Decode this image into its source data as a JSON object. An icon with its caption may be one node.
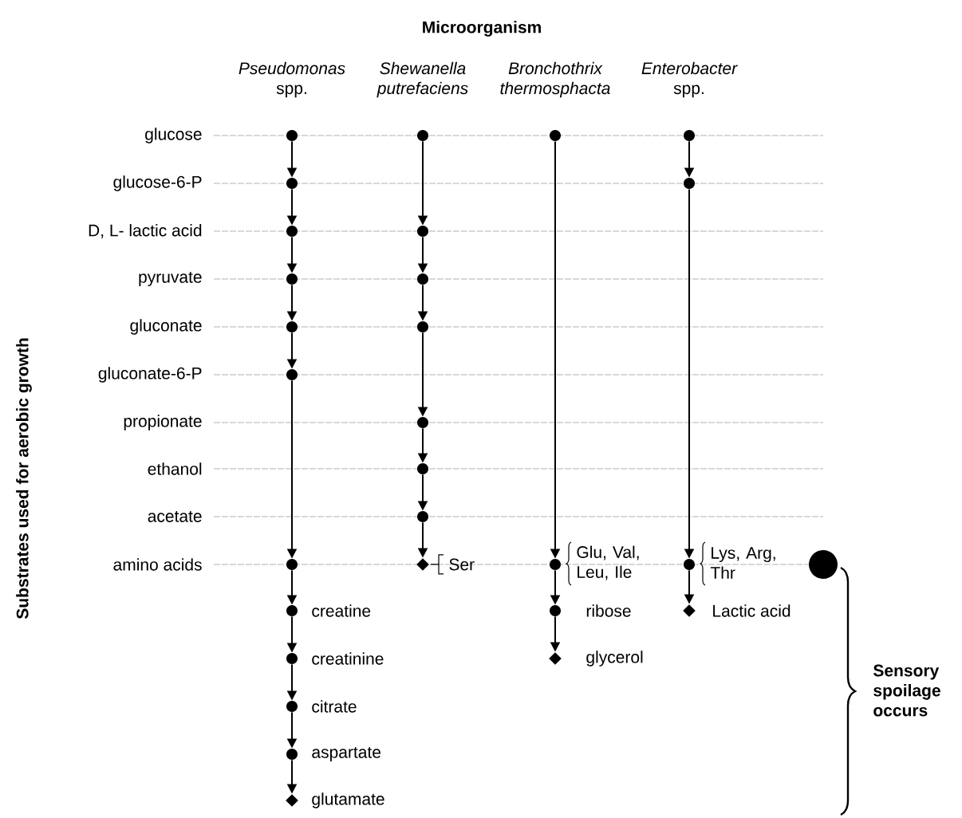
{
  "diagram": {
    "title": "Microorganism",
    "nodes": [
      {
        "text": [],
        "shape": "circle"
      },
      {
        "text": [],
        "shape": "circle"
      },
      {
        "text": [],
        "shape": "circle"
      },
      {
        "text": [],
        "shape": "circle"
      },
      {
        "text": [],
        "shape": "circle"
      },
      {
        "text": [],
        "shape": "circle"
      },
      {
        "text": [],
        "shape": "circle"
      },
      {
        "text": [],
        "shape": "circle",
        "beside": [
          "creatine"
        ]
      },
      {
        "text": [],
        "shape": "circle",
        "beside": [
          "creatinine"
        ]
      },
      {
        "text": [],
        "shape": "circle",
        "beside": [
          "citrate"
        ]
      },
      {
        "text": [],
        "shape": "circle",
        "beside": [
          "aspartate"
        ]
      },
      {
        "text": [],
        "shape": "diamond",
        "beside": [
          "glutamate"
        ]
      },
      {
        "text": [],
        "shape": "circle"
      },
      {
        "text": [],
        "shape": "circle"
      },
      {
        "text": [],
        "shape": "circle"
      },
      {
        "text": [],
        "shape": "circle"
      },
      {
        "text": [],
        "shape": "circle"
      },
      {
        "text": [],
        "shape": "circle"
      },
      {
        "text": [],
        "shape": "circle"
      },
      {
        "text": [],
        "shape": "diamond",
        "beside": [
          "Ser"
        ]
      },
      {
        "text": [],
        "shape": "circle"
      },
      {
        "text": [],
        "shape": "circle",
        "beside": [
          "Glu, Val, Leu, Ile"
        ]
      },
      {
        "text": [],
        "shape": "circle",
        "beside": [
          "ribose"
        ]
      },
      {
        "text": [],
        "shape": "diamond",
        "beside": [
          "glycerol"
        ]
      },
      {
        "text": [],
        "shape": "circle"
      },
      {
        "text": [],
        "shape": "circle"
      },
      {
        "text": [],
        "shape": "circle",
        "beside": [
          "Lys, Arg, Thr"
        ]
      },
      {
        "text": [],
        "shape": "diamond",
        "beside": [
          "Lactic acid"
        ]
      },
      {
        "text": [],
        "shape": "circle"
      }
    ],
    "edges": [
      {
        "from": 0,
        "to": 1,
        "arrow": "to"
      },
      {
        "from": 1,
        "to": 2,
        "arrow": "to"
      },
      {
        "from": 2,
        "to": 3,
        "arrow": "to"
      },
      {
        "from": 3,
        "to": 4,
        "arrow": "to"
      },
      {
        "from": 4,
        "to": 5,
        "arrow": "to"
      },
      {
        "from": 5,
        "to": 6,
        "arrow": "to"
      },
      {
        "from": 6,
        "to": 7,
        "arrow": "to"
      },
      {
        "from": 7,
        "to": 8,
        "arrow": "to"
      },
      {
        "from": 8,
        "to": 9,
        "arrow": "to"
      },
      {
        "from": 9,
        "to": 10,
        "arrow": "to"
      },
      {
        "from": 10,
        "to": 11,
        "arrow": "to"
      },
      {
        "from": 12,
        "to": 13,
        "arrow": "to"
      },
      {
        "from": 13,
        "to": 14,
        "arrow": "to"
      },
      {
        "from": 14,
        "to": 15,
        "arrow": "to"
      },
      {
        "from": 15,
        "to": 16,
        "arrow": "to"
      },
      {
        "from": 16,
        "to": 17,
        "arrow": "to"
      },
      {
        "from": 17,
        "to": 18,
        "arrow": "to"
      },
      {
        "from": 18,
        "to": 19,
        "arrow": "to"
      },
      {
        "from": 20,
        "to": 21,
        "arrow": "to"
      },
      {
        "from": 21,
        "to": 22,
        "arrow": "to"
      },
      {
        "from": 22,
        "to": 23,
        "arrow": "to"
      },
      {
        "from": 24,
        "to": 25,
        "arrow": "to"
      },
      {
        "from": 25,
        "to": 26,
        "arrow": "to"
      },
      {
        "from": 26,
        "to": 27,
        "arrow": "to"
      }
    ],
    "labels": [
      "*Pseudomonas* spp.",
      "*Shewanella putrefaciens*",
      "*Bronchothrix thermosphacta*",
      "*Enterobacter* spp.",
      "glucose",
      "glucose-6-P",
      "D, L- lactic acid",
      "pyruvate",
      "gluconate",
      "gluconate-6-P",
      "propionate",
      "ethanol",
      "acetate",
      "amino acids",
      "Substrates used for aerobic growth",
      "Sensory spoilage occurs"
    ]
  }
}
